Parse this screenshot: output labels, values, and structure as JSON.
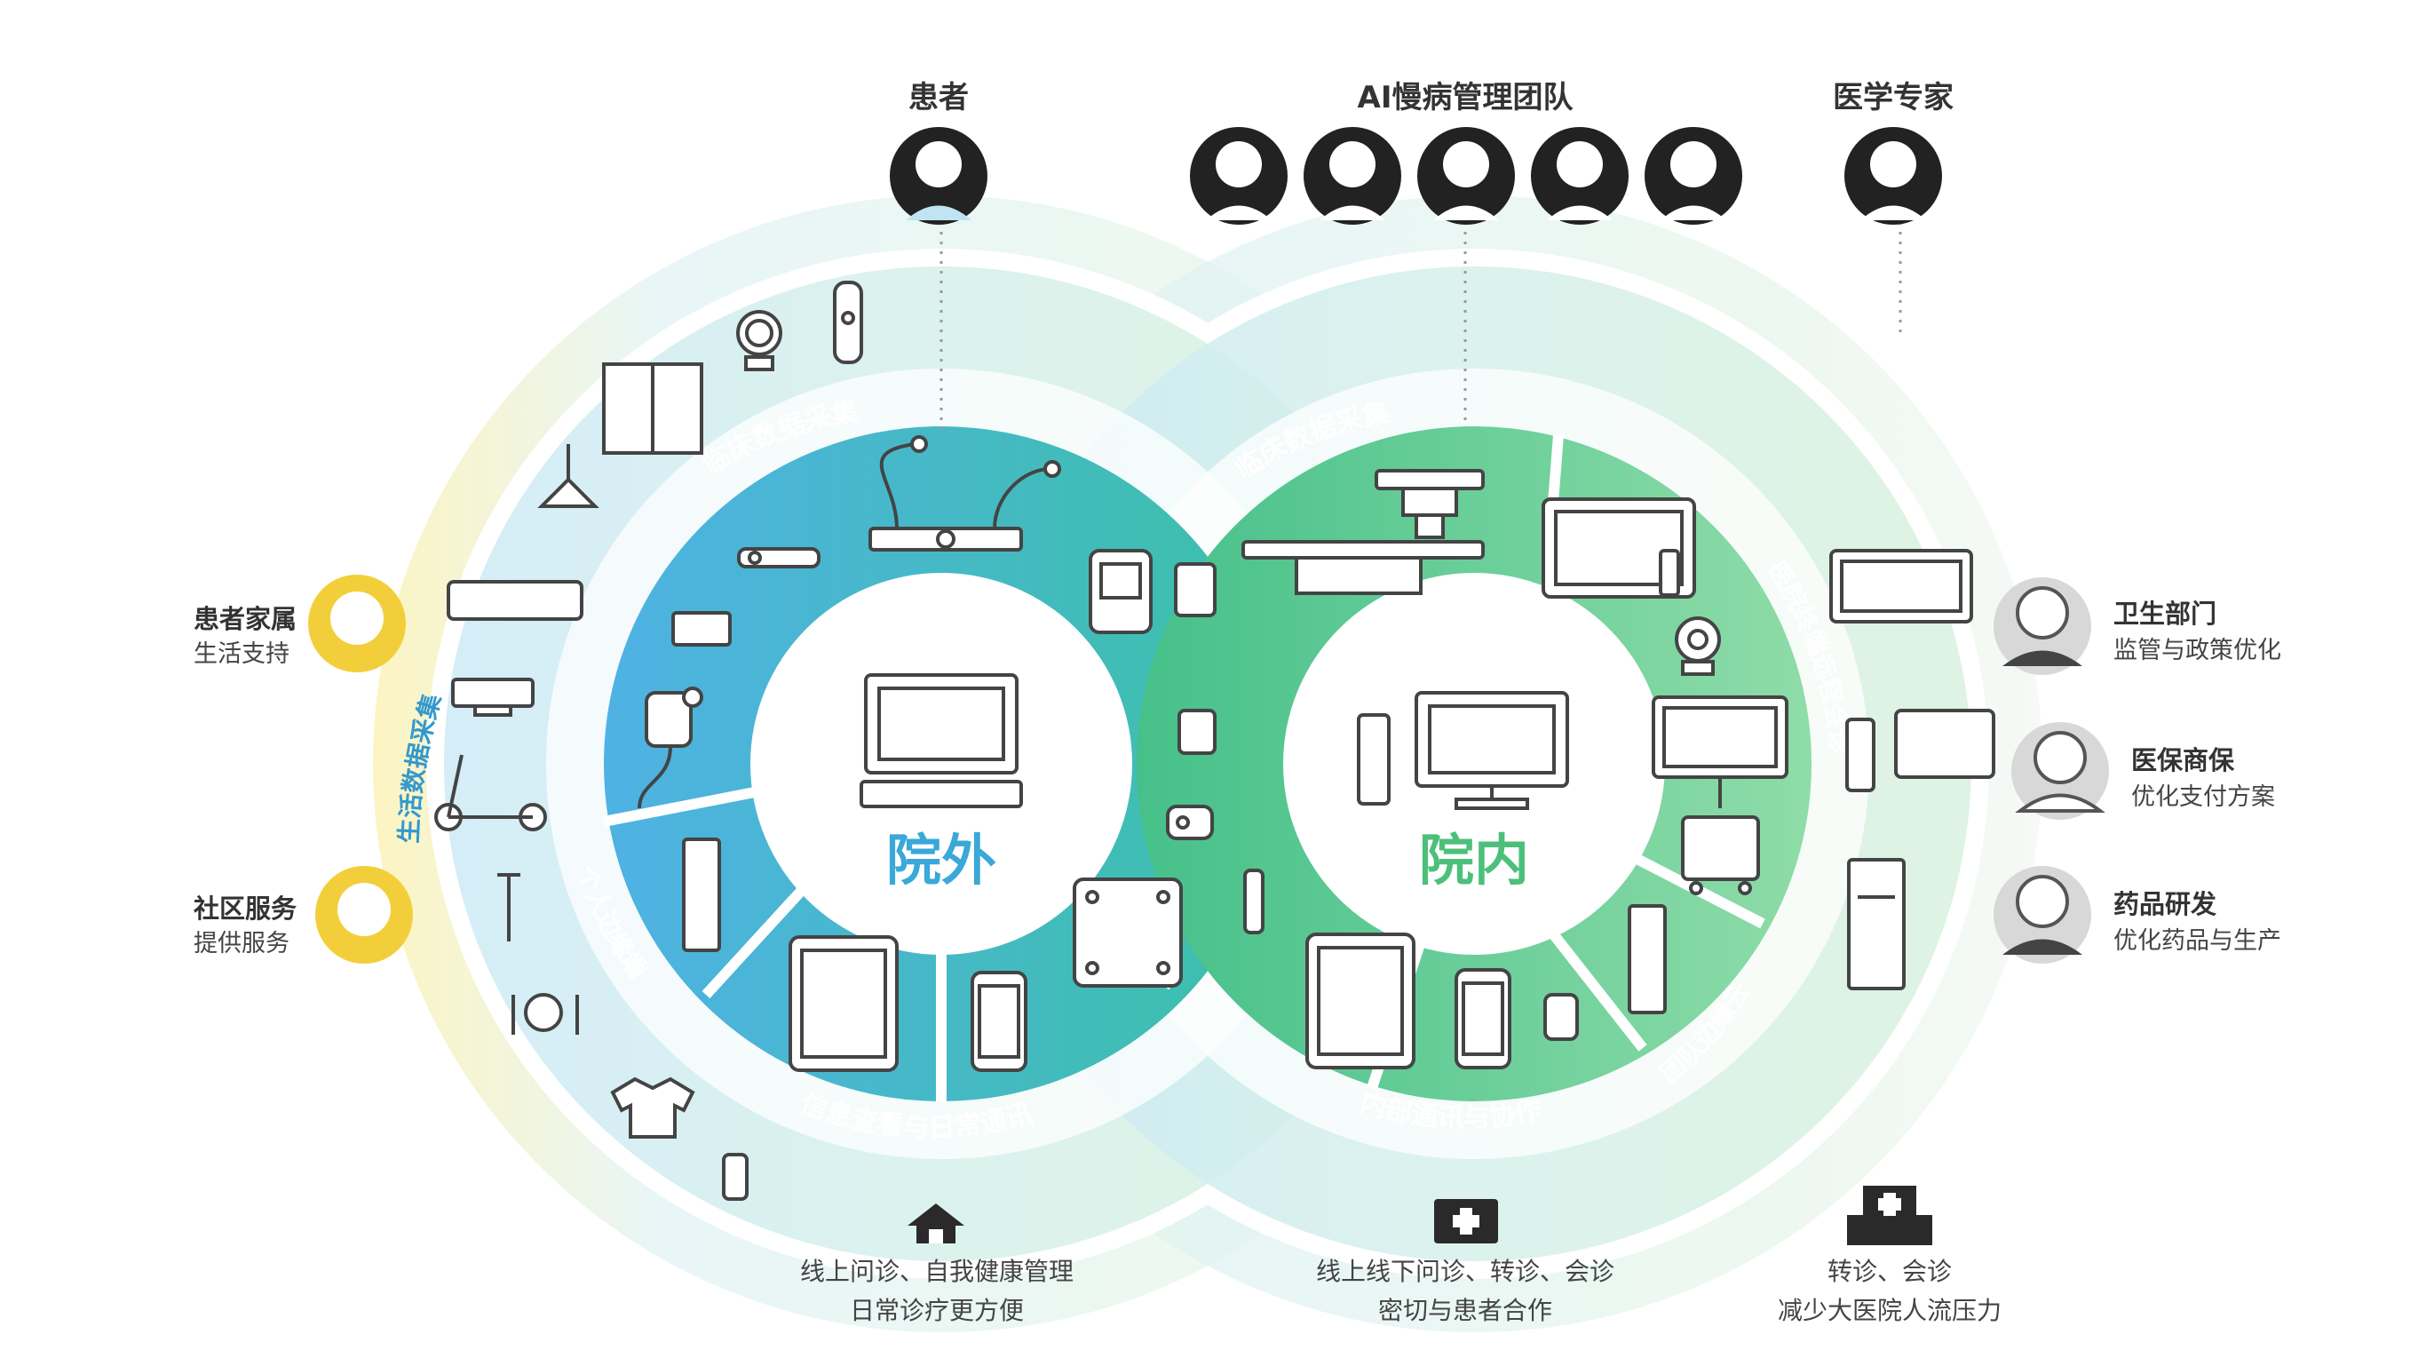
{
  "header": {
    "patient": "患者",
    "ai_team": "AI慢病管理团队",
    "expert": "医学专家"
  },
  "center": {
    "outside": "院外",
    "inside": "院内"
  },
  "arc_labels": {
    "left_clinical": "临床数据采集",
    "right_clinical": "临床数据采集",
    "personal_edge": "个人边缘端",
    "team_edge": "团队边缘云",
    "info_comm": "信息查看与日常通讯",
    "internal_comm": "内部通讯与协作",
    "remote_care": "医院终端远程会诊",
    "life_data": "生活数据采集"
  },
  "left_side": [
    {
      "title": "患者家属",
      "sub": "生活支持"
    },
    {
      "title": "社区服务",
      "sub": "提供服务"
    }
  ],
  "right_side": [
    {
      "title": "卫生部门",
      "sub": "监管与政策优化"
    },
    {
      "title": "医保商保",
      "sub": "优化支付方案"
    },
    {
      "title": "药品研发",
      "sub": "优化药品与生产"
    }
  ],
  "bottom": [
    {
      "icon": "home-icon",
      "line1": "线上问诊、自我健康管理",
      "line2": "日常诊疗更方便"
    },
    {
      "icon": "clinic-icon",
      "line1": "线上线下问诊、转诊、会诊",
      "line2": "密切与患者合作"
    },
    {
      "icon": "hospital-icon",
      "line1": "转诊、会诊",
      "line2": "减少大医院人流压力"
    }
  ],
  "colors": {
    "blue": "#3aa8d8",
    "teal": "#38b8a8",
    "green": "#4cc07a",
    "yellow": "#f2cf3a",
    "dark": "#222222",
    "label_blue": "#3399cc",
    "label_green": "#3aaa66"
  }
}
